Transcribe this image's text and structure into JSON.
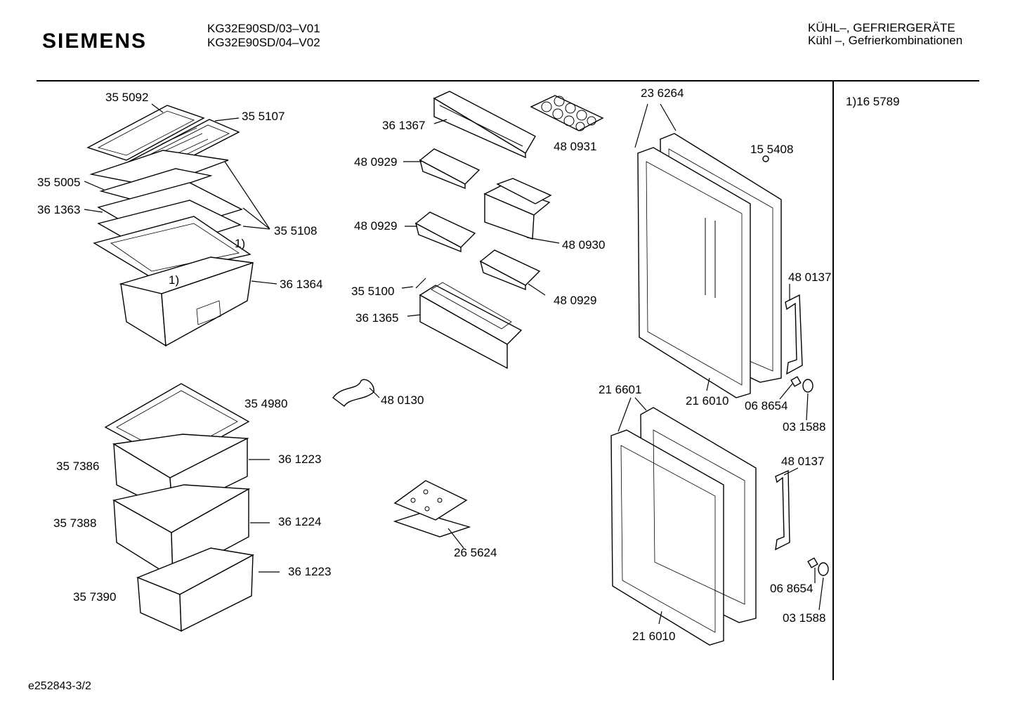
{
  "header": {
    "brand": "SIEMENS",
    "models": [
      "KG32E90SD/03–V01",
      "KG32E90SD/04–V02"
    ],
    "category": [
      "KÜHL–, GEFRIERGERÄTE",
      "Kühl –, Gefrierkombinationen"
    ]
  },
  "footnote": "1)16 5789",
  "footer": "e252843-3/2",
  "callout_marker": "1)",
  "parts": [
    "35 5092",
    "35 5107",
    "35 5005",
    "36 1363",
    "35 5108",
    "36 1364",
    "36 1367",
    "48 0931",
    "48 0929",
    "48 0929",
    "48 0930",
    "48 0929",
    "35 5100",
    "36 1365",
    "48 0130",
    "23 6264",
    "15 5408",
    "48 0137",
    "21 6010",
    "06 8654",
    "03 1588",
    "21 6601",
    "48 0137",
    "06 8654",
    "03 1588",
    "21 6010",
    "35 4980",
    "35 7386",
    "36 1223",
    "35 7388",
    "36 1224",
    "35 7390",
    "36 1223",
    "26 5624"
  ]
}
